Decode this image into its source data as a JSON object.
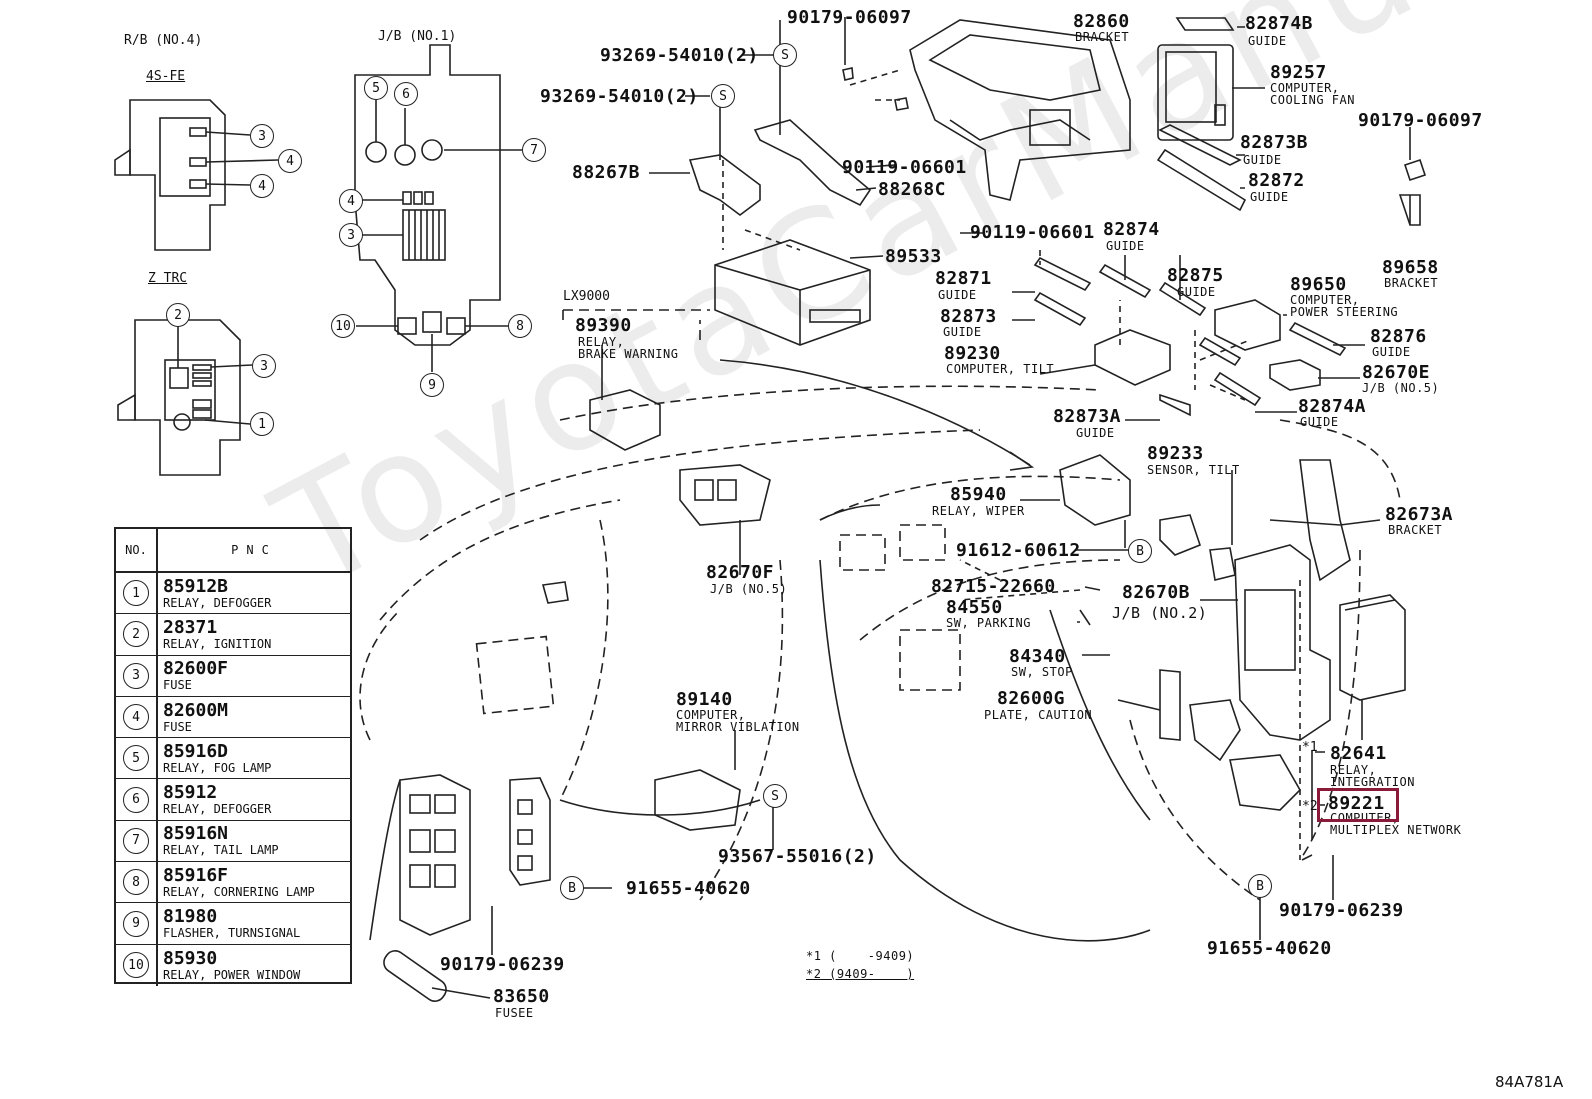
{
  "watermark": "ToyotaCarManual.ru",
  "figure_code": "84A781A",
  "insets": {
    "rb": "R/B (NO.4)",
    "jb": "J/B (NO.1)",
    "engine": "4S-FE",
    "trc": "Z TRC",
    "lx": "LX9000"
  },
  "footnote": {
    "line1": "*1 (    -9409)",
    "line2": "*2 (9409-    )"
  },
  "labels": [
    {
      "id": "p90179-06097a",
      "pn": "90179-06097",
      "sub": ""
    },
    {
      "id": "p93269-54010a",
      "pn": "93269-54010(2)",
      "sub": ""
    },
    {
      "id": "p93269-54010b",
      "pn": "93269-54010(2)",
      "sub": ""
    },
    {
      "id": "p82860",
      "pn": "82860",
      "sub": "BRACKET"
    },
    {
      "id": "p82874B",
      "pn": "82874B",
      "sub": "GUIDE"
    },
    {
      "id": "p89257",
      "pn": "89257",
      "sub": "COMPUTER,\nCOOLING FAN"
    },
    {
      "id": "p90179-06097b",
      "pn": "90179-06097",
      "sub": ""
    },
    {
      "id": "p82873B",
      "pn": "82873B",
      "sub": "GUIDE"
    },
    {
      "id": "p82872",
      "pn": "82872",
      "sub": "GUIDE"
    },
    {
      "id": "p88267B",
      "pn": "88267B",
      "sub": ""
    },
    {
      "id": "p90119-06601a",
      "pn": "90119-06601",
      "sub": ""
    },
    {
      "id": "p88268C",
      "pn": "88268C",
      "sub": ""
    },
    {
      "id": "p90119-06601b",
      "pn": "90119-06601",
      "sub": ""
    },
    {
      "id": "p89533",
      "pn": "89533",
      "sub": ""
    },
    {
      "id": "p82874",
      "pn": "82874",
      "sub": "GUIDE"
    },
    {
      "id": "p82871",
      "pn": "82871",
      "sub": "GUIDE"
    },
    {
      "id": "p82875",
      "pn": "82875",
      "sub": "GUIDE"
    },
    {
      "id": "p89650",
      "pn": "89650",
      "sub": "COMPUTER,\nPOWER STEERING"
    },
    {
      "id": "p89658",
      "pn": "89658",
      "sub": "BRACKET"
    },
    {
      "id": "p82873",
      "pn": "82873",
      "sub": "GUIDE"
    },
    {
      "id": "p82876",
      "pn": "82876",
      "sub": "GUIDE"
    },
    {
      "id": "p89390",
      "pn": "89390",
      "sub": "RELAY,\nBRAKE WARNING"
    },
    {
      "id": "p89230",
      "pn": "89230",
      "sub": "COMPUTER, TILT"
    },
    {
      "id": "p82670E",
      "pn": "82670E",
      "sub": "J/B (NO.5)"
    },
    {
      "id": "p82874A",
      "pn": "82874A",
      "sub": "GUIDE"
    },
    {
      "id": "p82873A",
      "pn": "82873A",
      "sub": "GUIDE"
    },
    {
      "id": "p89233",
      "pn": "89233",
      "sub": "SENSOR, TILT"
    },
    {
      "id": "p85940",
      "pn": "85940",
      "sub": "RELAY, WIPER"
    },
    {
      "id": "p82673A",
      "pn": "82673A",
      "sub": "BRACKET"
    },
    {
      "id": "p91612-60612",
      "pn": "91612-60612",
      "sub": ""
    },
    {
      "id": "p82670F",
      "pn": "82670F",
      "sub": "J/B (NO.5)"
    },
    {
      "id": "p82715-22660",
      "pn": "82715-22660",
      "sub": ""
    },
    {
      "id": "p82670B",
      "pn": "82670B",
      "sub": "J/B (NO.2)"
    },
    {
      "id": "p84550",
      "pn": "84550",
      "sub": "SW, PARKING"
    },
    {
      "id": "p84340",
      "pn": "84340",
      "sub": "SW, STOP"
    },
    {
      "id": "p82600G",
      "pn": "82600G",
      "sub": "PLATE, CAUTION"
    },
    {
      "id": "p89140",
      "pn": "89140",
      "sub": "COMPUTER,\nMIRROR VIBLATION"
    },
    {
      "id": "p82641",
      "pn": "82641",
      "sub": "RELAY,\nINTEGRATION"
    },
    {
      "id": "p89221",
      "pn": "89221",
      "sub": "COMPUTER,\nMULTIPLEX NETWORK"
    },
    {
      "id": "p93567-55016",
      "pn": "93567-55016(2)",
      "sub": ""
    },
    {
      "id": "p91655-40620a",
      "pn": "91655-40620",
      "sub": ""
    },
    {
      "id": "p90179-06239a",
      "pn": "90179-06239",
      "sub": ""
    },
    {
      "id": "p90179-06239b",
      "pn": "90179-06239",
      "sub": ""
    },
    {
      "id": "p91655-40620b",
      "pn": "91655-40620",
      "sub": ""
    },
    {
      "id": "p83650",
      "pn": "83650",
      "sub": "FUSEE"
    }
  ],
  "markers": {
    "star1": "*1",
    "star2": "*2"
  },
  "pnc_table": {
    "header_no": "NO.",
    "header_pnc": "PNC",
    "rows": [
      {
        "no": "1",
        "pn": "85912B",
        "name": "RELAY, DEFOGGER"
      },
      {
        "no": "2",
        "pn": "28371",
        "name": "RELAY, IGNITION"
      },
      {
        "no": "3",
        "pn": "82600F",
        "name": "FUSE"
      },
      {
        "no": "4",
        "pn": "82600M",
        "name": "FUSE"
      },
      {
        "no": "5",
        "pn": "85916D",
        "name": "RELAY, FOG LAMP"
      },
      {
        "no": "6",
        "pn": "85912",
        "name": "RELAY, DEFOGGER"
      },
      {
        "no": "7",
        "pn": "85916N",
        "name": "RELAY, TAIL LAMP"
      },
      {
        "no": "8",
        "pn": "85916F",
        "name": "RELAY, CORNERING LAMP"
      },
      {
        "no": "9",
        "pn": "81980",
        "name": "FLASHER, TURNSIGNAL"
      },
      {
        "no": "10",
        "pn": "85930",
        "name": "RELAY, POWER WINDOW"
      }
    ]
  },
  "callouts": {
    "rb_3": "3",
    "rb_4a": "4",
    "rb_4b": "4",
    "trc_2": "2",
    "trc_3": "3",
    "trc_1": "1",
    "jb_5": "5",
    "jb_6": "6",
    "jb_7": "7",
    "jb_4": "4",
    "jb_3": "3",
    "jb_10": "10",
    "jb_8": "8",
    "jb_9": "9",
    "s1": "S",
    "s2": "S",
    "s3": "S",
    "b1": "B",
    "b2": "B",
    "b3": "B"
  },
  "highlight": {
    "part": "89221",
    "color": "#8b1a3a"
  }
}
